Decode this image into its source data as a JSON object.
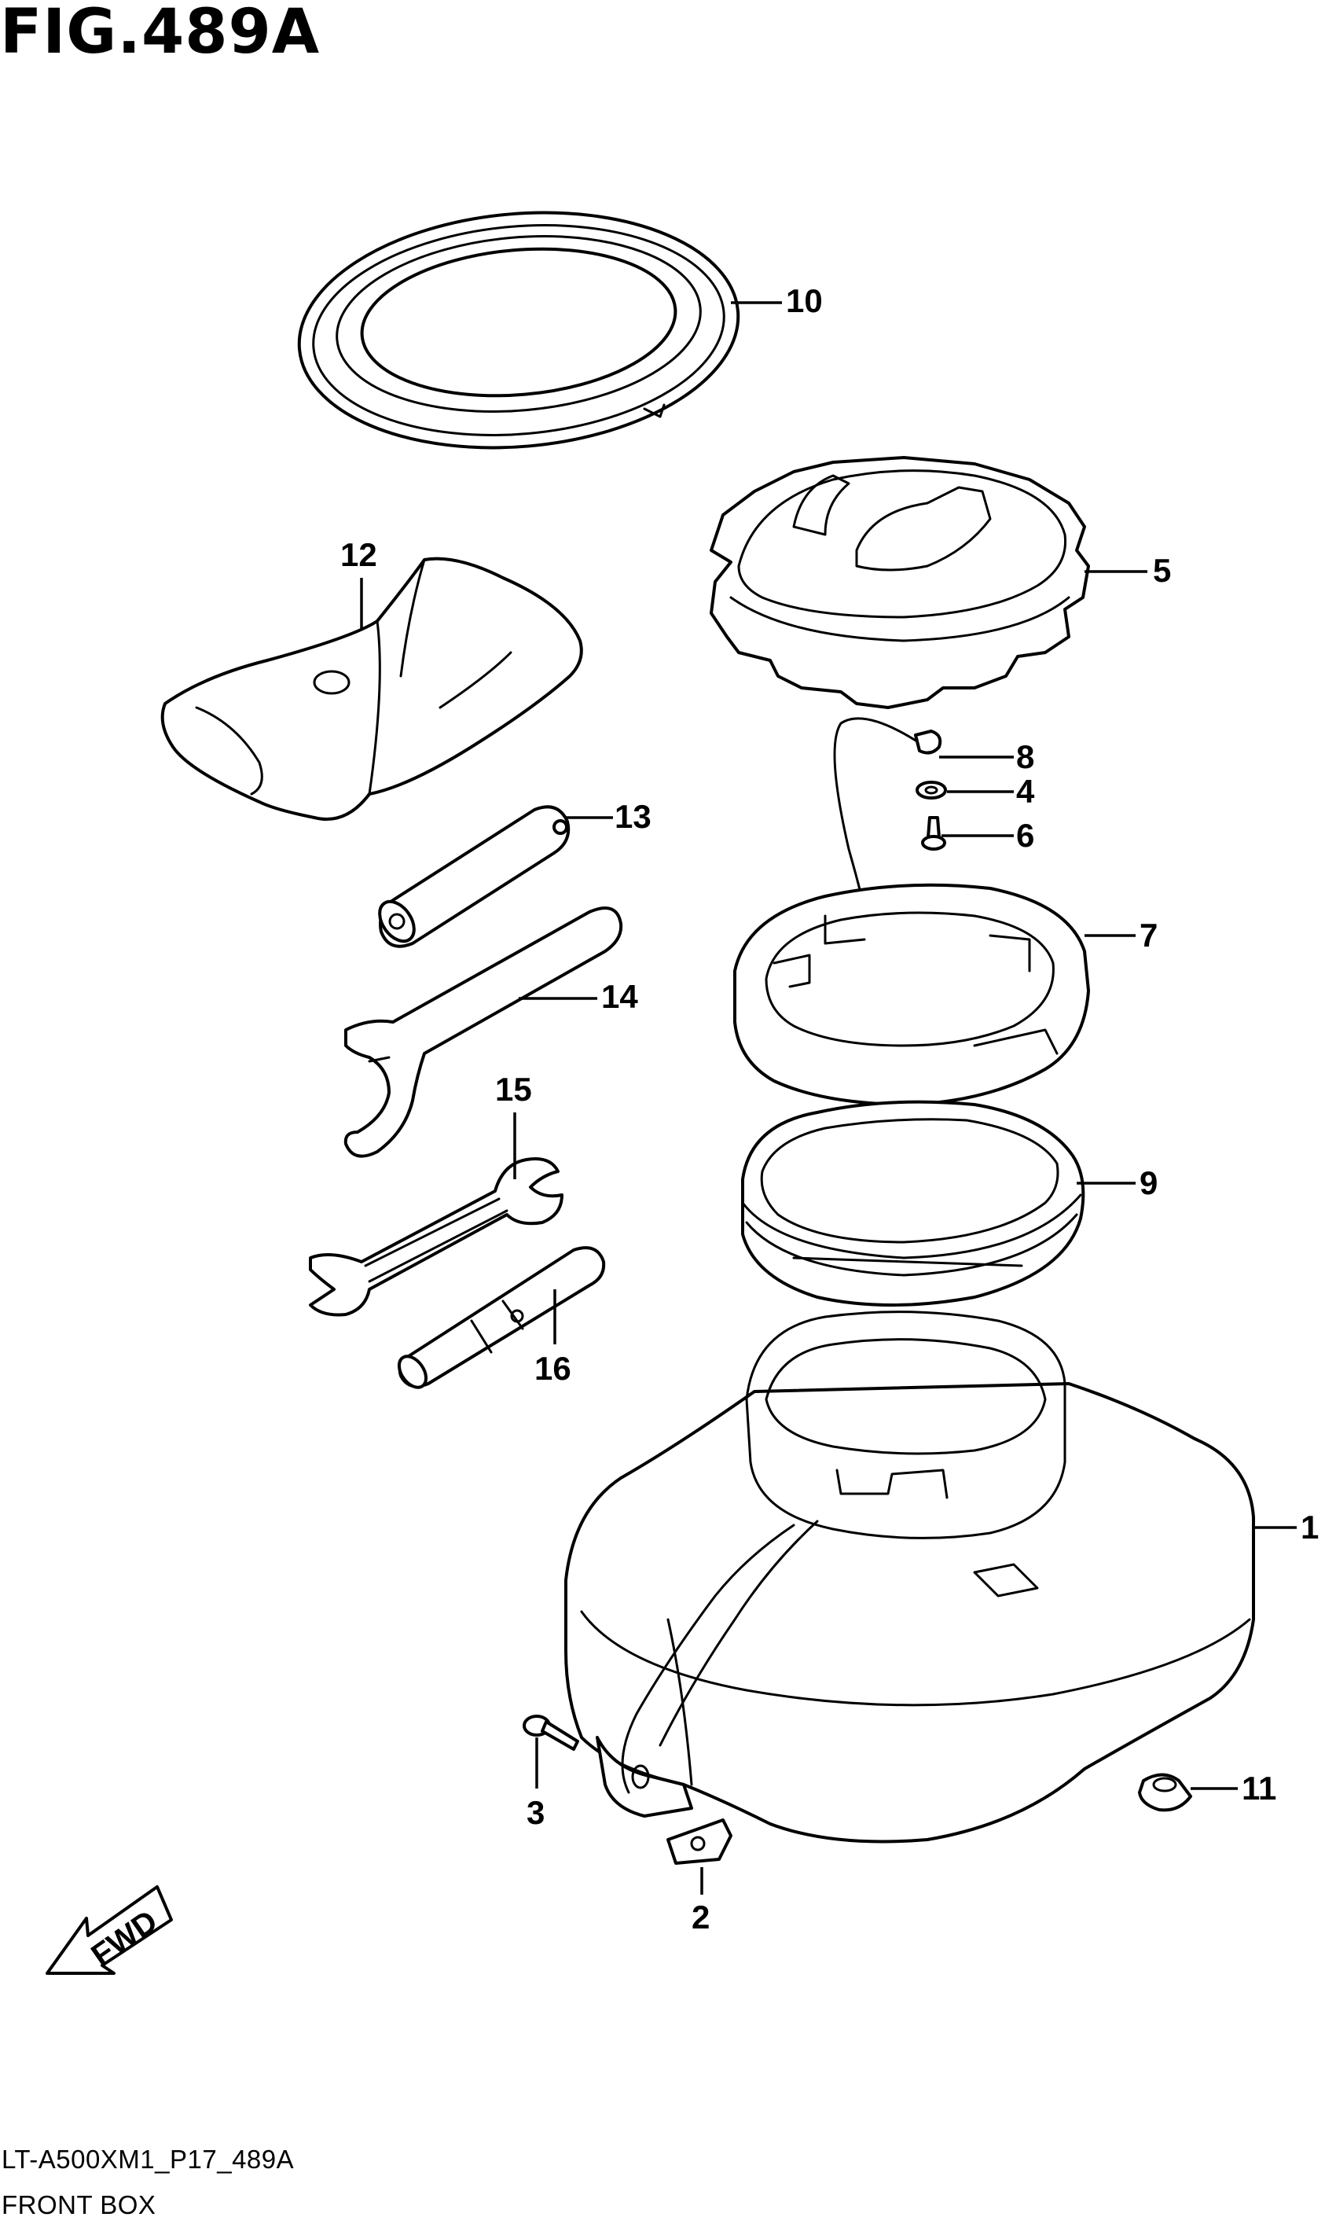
{
  "figure": {
    "title": "FIG.489A",
    "code": "LT-A500XM1_P17_489A",
    "name": "FRONT BOX",
    "direction_label": "FWD"
  },
  "callouts": [
    {
      "id": "c1",
      "label": "1"
    },
    {
      "id": "c2",
      "label": "2"
    },
    {
      "id": "c3",
      "label": "3"
    },
    {
      "id": "c4",
      "label": "4"
    },
    {
      "id": "c5",
      "label": "5"
    },
    {
      "id": "c6",
      "label": "6"
    },
    {
      "id": "c7",
      "label": "7"
    },
    {
      "id": "c8",
      "label": "8"
    },
    {
      "id": "c9",
      "label": "9"
    },
    {
      "id": "c10",
      "label": "10"
    },
    {
      "id": "c11",
      "label": "11"
    },
    {
      "id": "c12",
      "label": "12"
    },
    {
      "id": "c13",
      "label": "13"
    },
    {
      "id": "c14",
      "label": "14"
    },
    {
      "id": "c15",
      "label": "15"
    },
    {
      "id": "c16",
      "label": "16"
    }
  ]
}
